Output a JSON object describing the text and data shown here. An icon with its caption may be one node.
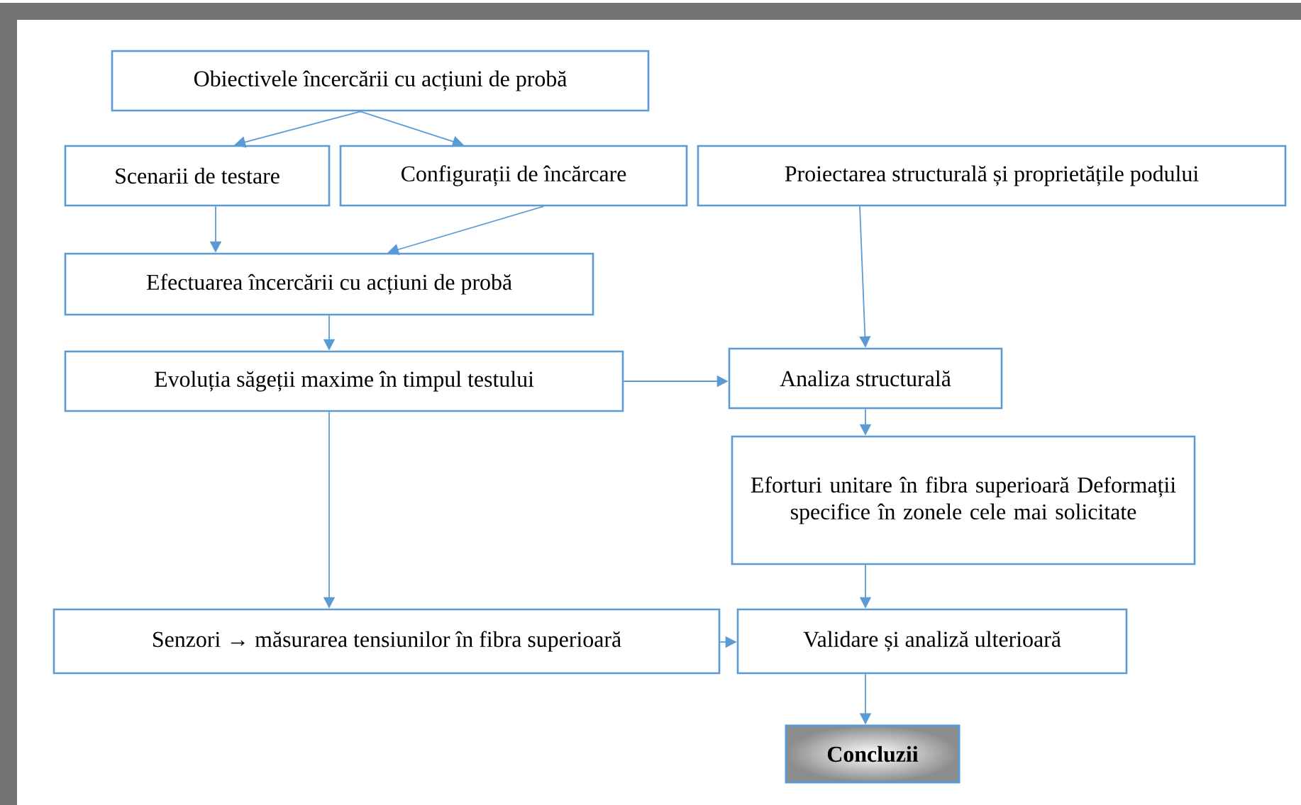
{
  "diagram": {
    "nodes": [
      {
        "text": [
          "Obiectivele încercării cu acțiuni de probă"
        ]
      },
      {
        "text": [
          "Scenarii de testare"
        ]
      },
      {
        "text": [
          "Configurații de încărcare"
        ]
      },
      {
        "text": [
          "Proiectarea structurală și proprietățile podului"
        ]
      },
      {
        "text": [
          "Efectuarea încercării cu acțiuni de probă"
        ]
      },
      {
        "text": [
          "Evoluția săgeții maxime în timpul testului"
        ]
      },
      {
        "text": [
          "Analiza structurală"
        ]
      },
      {
        "text": [
          "Eforturi unitare în fibra superioară Deformații specifice în zonele cele mai solicitate"
        ]
      },
      {
        "text": [
          "Senzori → măsurarea tensiunilor în fibra superioară"
        ]
      },
      {
        "text": [
          "Validare și analiză ulterioară"
        ]
      },
      {
        "text": [
          "**Concluzii**"
        ]
      }
    ],
    "edges": [
      {
        "from": 0,
        "to": 1,
        "arrow": "to"
      },
      {
        "from": 0,
        "to": 2,
        "arrow": "to"
      },
      {
        "from": 1,
        "to": 4,
        "arrow": "to"
      },
      {
        "from": 2,
        "to": 4,
        "arrow": "to"
      },
      {
        "from": 3,
        "to": 6,
        "arrow": "to"
      },
      {
        "from": 4,
        "to": 5,
        "arrow": "to"
      },
      {
        "from": 5,
        "to": 6,
        "arrow": "to"
      },
      {
        "from": 5,
        "to": 8,
        "arrow": "to"
      },
      {
        "from": 6,
        "to": 7,
        "arrow": "to"
      },
      {
        "from": 7,
        "to": 9,
        "arrow": "to"
      },
      {
        "from": 8,
        "to": 9,
        "arrow": "to"
      },
      {
        "from": 9,
        "to": 10,
        "arrow": "to"
      }
    ]
  }
}
